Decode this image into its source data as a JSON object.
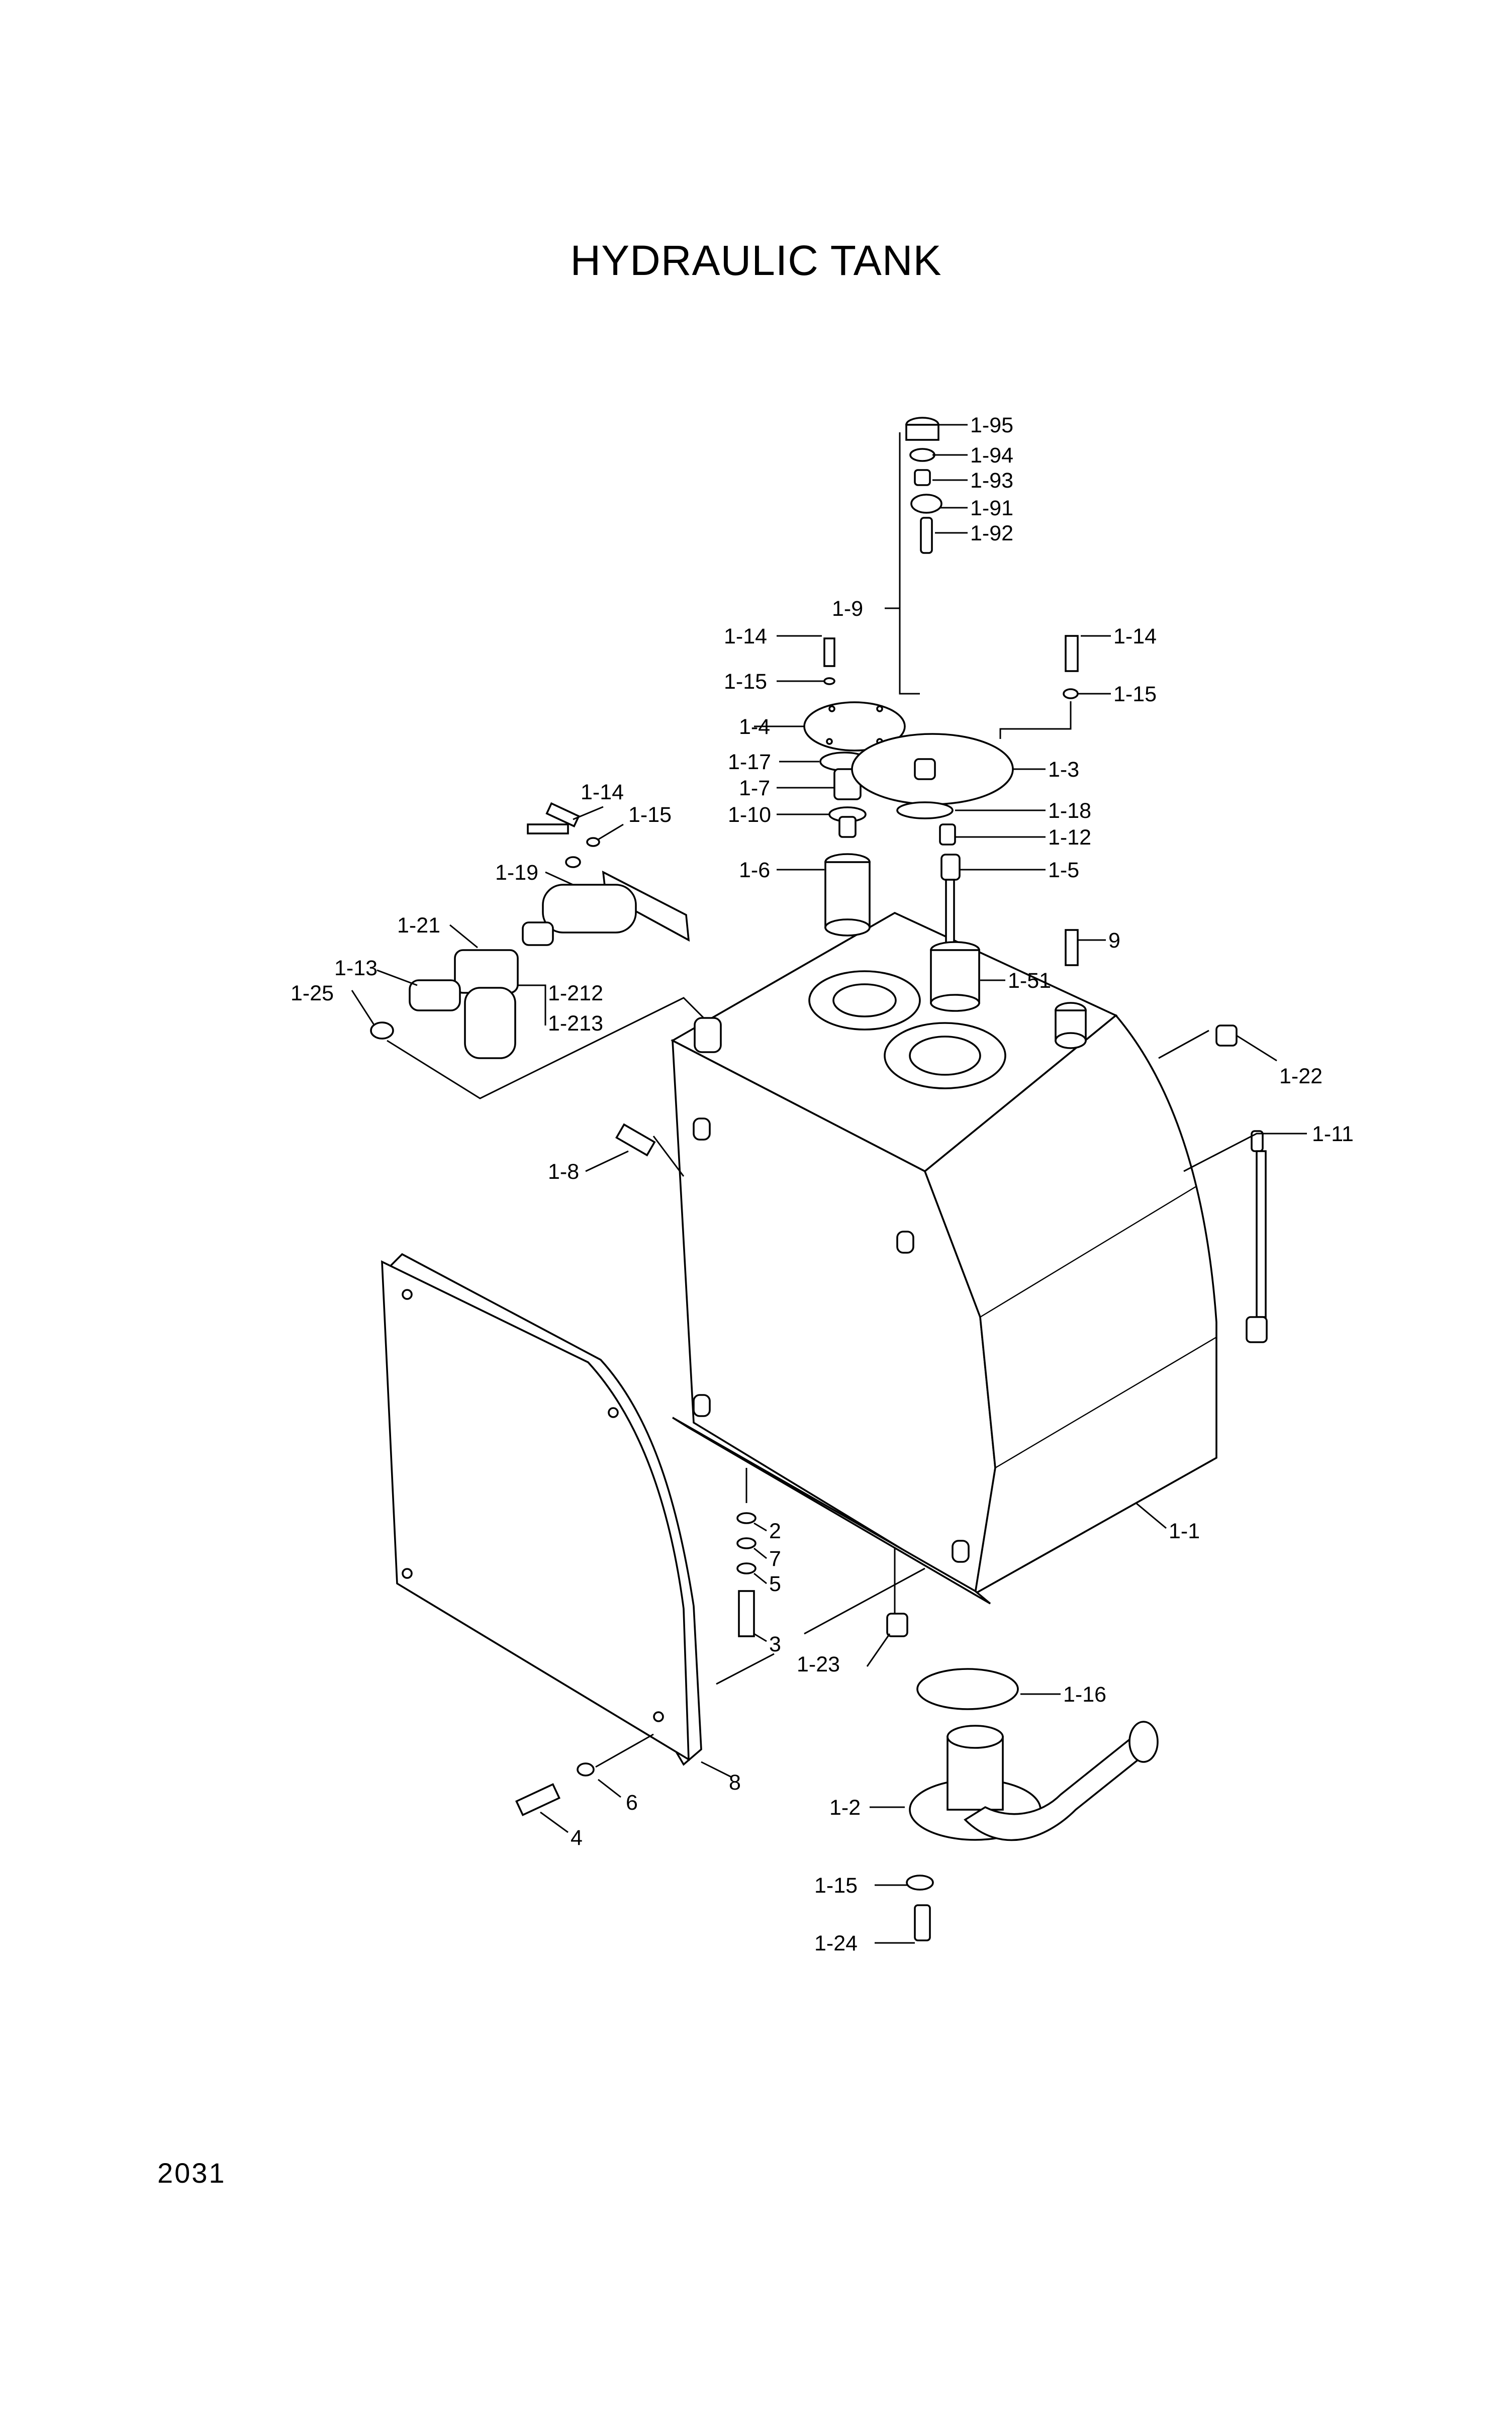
{
  "title": "HYDRAULIC TANK",
  "page_number": "2031",
  "callouts": {
    "c1_95": "1-95",
    "c1_94": "1-94",
    "c1_93": "1-93",
    "c1_91": "1-91",
    "c1_92": "1-92",
    "c1_9": "1-9",
    "c1_14_top": "1-14",
    "c1_15_top": "1-15",
    "c1_4": "1-4",
    "c1_17": "1-17",
    "c1_7": "1-7",
    "c1_10": "1-10",
    "c1_6": "1-6",
    "c1_14_right": "1-14",
    "c1_15_right": "1-15",
    "c1_3": "1-3",
    "c1_18": "1-18",
    "c1_12": "1-12",
    "c1_5": "1-5",
    "c9": "9",
    "c1_51": "1-51",
    "c1_14_left": "1-14",
    "c1_15_left": "1-15",
    "c1_19": "1-19",
    "c1_21": "1-21",
    "c1_13": "1-13",
    "c1_25": "1-25",
    "c1_212": "1-212",
    "c1_213": "1-213",
    "c1_22": "1-22",
    "c1_11": "1-11",
    "c1_8": "1-8",
    "c1_1": "1-1",
    "c2": "2",
    "c7": "7",
    "c5": "5",
    "c3": "3",
    "c1_23": "1-23",
    "c1_16": "1-16",
    "c8": "8",
    "c6": "6",
    "c4": "4",
    "c1_2": "1-2",
    "c1_15_bottom": "1-15",
    "c1_24": "1-24"
  }
}
